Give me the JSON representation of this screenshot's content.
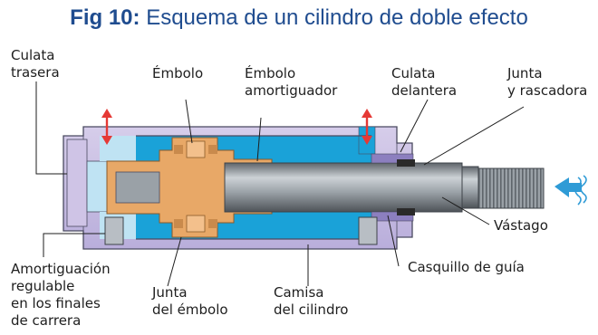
{
  "title": {
    "prefix": "Fig 10:",
    "text": "Esquema de un cilindro de doble efecto"
  },
  "labels": {
    "culata_trasera": [
      "Culata",
      "trasera"
    ],
    "embolo": [
      "Émbolo"
    ],
    "embolo_amortiguador": [
      "Émbolo",
      "amortiguador"
    ],
    "culata_delantera": [
      "Culata",
      "delantera"
    ],
    "junta_rascadora": [
      "Junta",
      "y rascadora"
    ],
    "vastago": [
      "Vástago"
    ],
    "casquillo_guia": [
      "Casquillo de guía"
    ],
    "amortiguacion": [
      "Amortiguación",
      "regulable",
      "en los finales",
      "de carrera"
    ],
    "junta_embolo": [
      "Junta",
      "del émbolo"
    ],
    "camisa": [
      "Camisa",
      "del cilindro"
    ]
  },
  "colors": {
    "title": "#1f4c8f",
    "body_lilac": "#c9bfe2",
    "chamber_blue": "#1aa2d8",
    "piston_orange": "#e8a867",
    "rod_gray": "#8e959c",
    "light_chamber": "#bfe3f3",
    "arrow_red": "#e53935",
    "force_arrow": "#2f9bd6"
  },
  "icons": {
    "port_arrows": "double-headed-vertical-arrow",
    "force": "left-arrow-with-spring"
  }
}
